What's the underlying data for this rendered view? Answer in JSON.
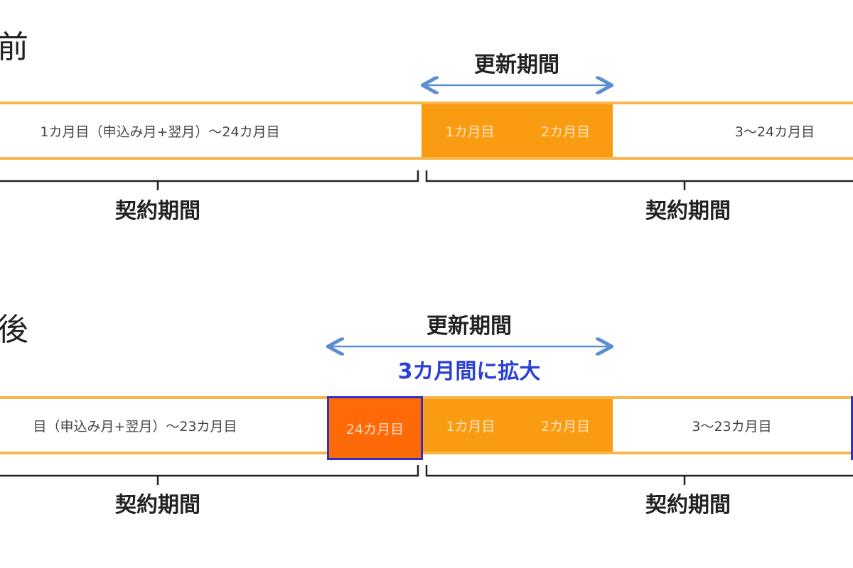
{
  "before": {
    "heading": "前",
    "renewal_label": "更新期間",
    "seg_first": "1カ月目（申込み月+翌月）～24カ月目",
    "seg_m1": "1カ月目",
    "seg_m2": "2カ月目",
    "seg_rest": "3～24カ月目",
    "contract_left": "契約期間",
    "contract_right": "契約期間"
  },
  "after": {
    "heading": "後",
    "renewal_label": "更新期間",
    "expanded_label": "3カ月間に拡大",
    "seg_first": "目（申込み月+翌月）～23カ月目",
    "seg_m24": "24カ月目",
    "seg_m1": "1カ月目",
    "seg_m2": "2カ月目",
    "seg_rest": "3～23カ月目",
    "contract_left": "契約期間",
    "contract_right": "契約期間"
  },
  "colors": {
    "orange": "#fa9c12",
    "red_orange": "#ff6a08",
    "arrow_blue": "#5b8fd0",
    "text_blue": "#2a3fd6"
  }
}
